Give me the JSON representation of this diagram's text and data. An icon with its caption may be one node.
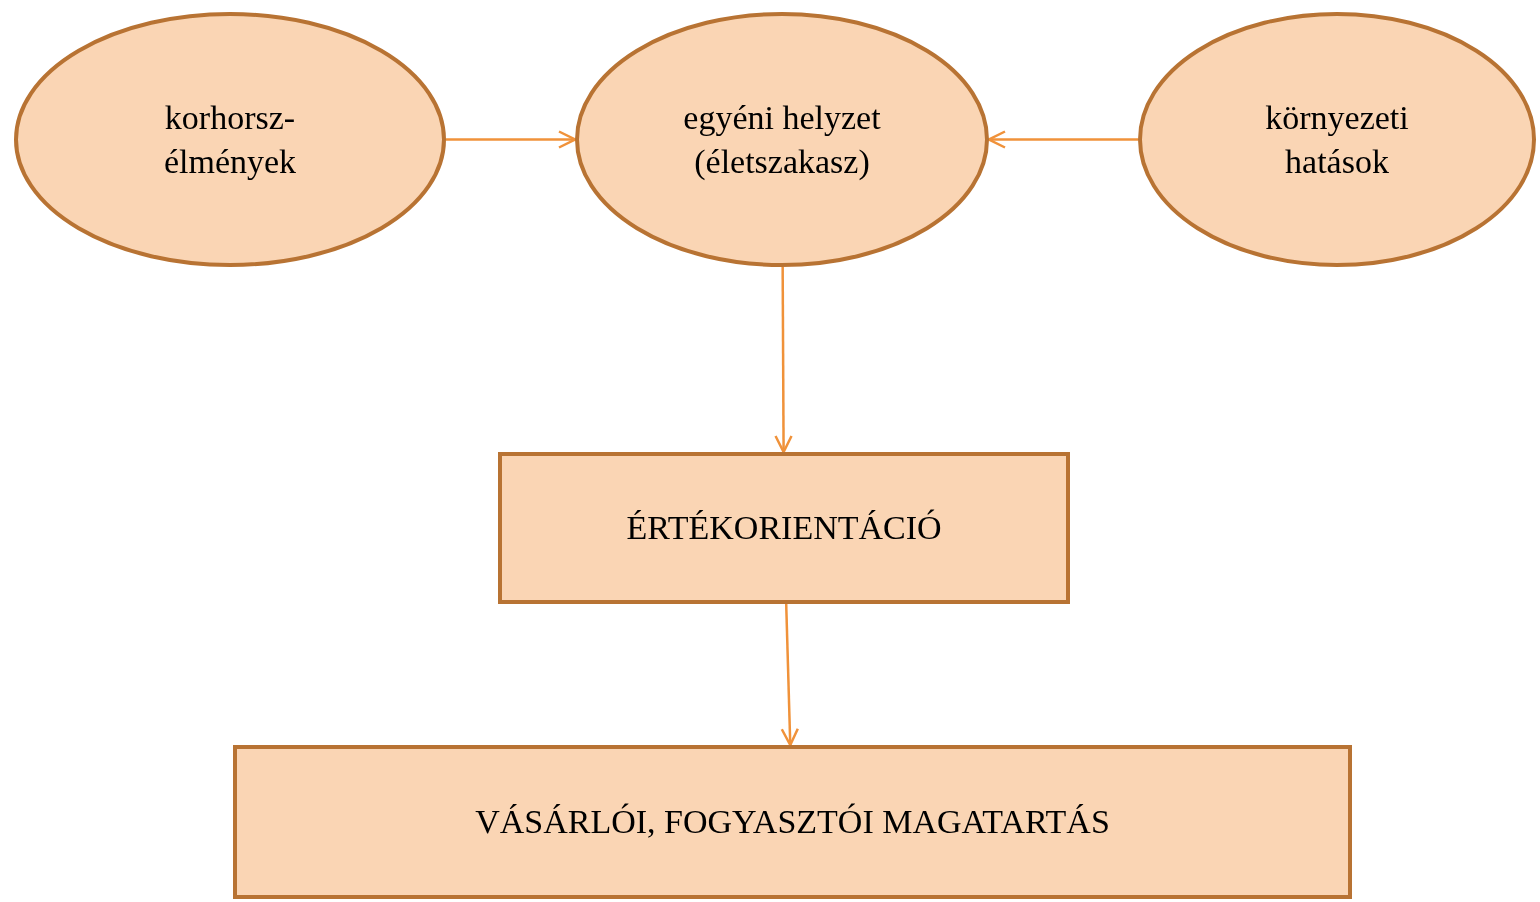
{
  "diagram": {
    "nodes": [
      {
        "text": [
          "korhorsz- élmények"
        ]
      },
      {
        "text": [
          "egyéni helyzet (életszakasz)"
        ]
      },
      {
        "text": [
          "környezeti hatások"
        ]
      },
      {
        "text": [
          "ÉRTÉKORIENTÁCIÓ"
        ]
      },
      {
        "text": [
          "VÁSÁRLÓI, FOGYASZTÓI MAGATARTÁS"
        ]
      }
    ],
    "edges": [
      {
        "from": 0,
        "to": 1,
        "arrow": "to"
      },
      {
        "from": 2,
        "to": 1,
        "arrow": "to"
      },
      {
        "from": 1,
        "to": 3,
        "arrow": "to"
      },
      {
        "from": 3,
        "to": 4,
        "arrow": "to"
      }
    ]
  }
}
